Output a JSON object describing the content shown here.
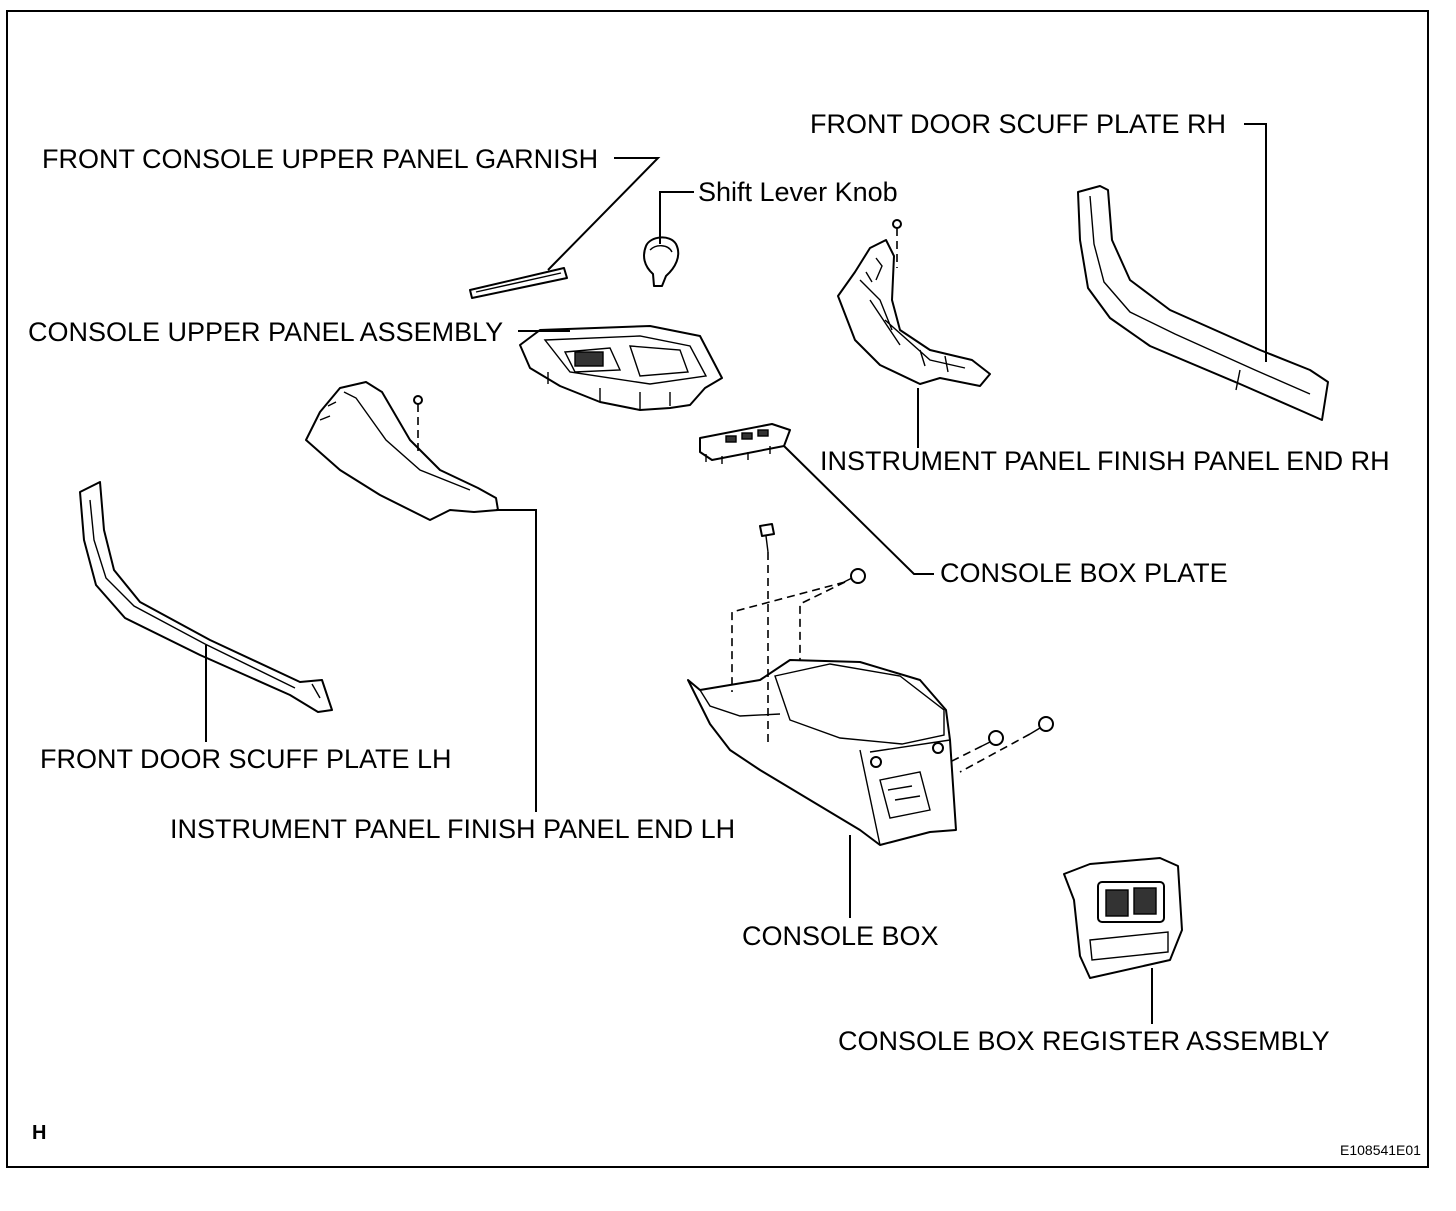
{
  "labels": {
    "front_console_upper_panel_garnish": "FRONT CONSOLE UPPER PANEL GARNISH",
    "shift_lever_knob": "Shift Lever Knob",
    "front_door_scuff_plate_rh": "FRONT DOOR SCUFF PLATE RH",
    "console_upper_panel_assembly": "CONSOLE UPPER PANEL ASSEMBLY",
    "instrument_panel_finish_panel_end_rh": "INSTRUMENT PANEL FINISH PANEL END RH",
    "console_box_plate": "CONSOLE BOX PLATE",
    "front_door_scuff_plate_lh": "FRONT DOOR SCUFF PLATE LH",
    "instrument_panel_finish_panel_end_lh": "INSTRUMENT PANEL FINISH PANEL END LH",
    "console_box": "CONSOLE BOX",
    "console_box_register_assembly": "CONSOLE BOX REGISTER ASSEMBLY"
  },
  "corner_mark": "H",
  "figure_code": "E108541E01"
}
